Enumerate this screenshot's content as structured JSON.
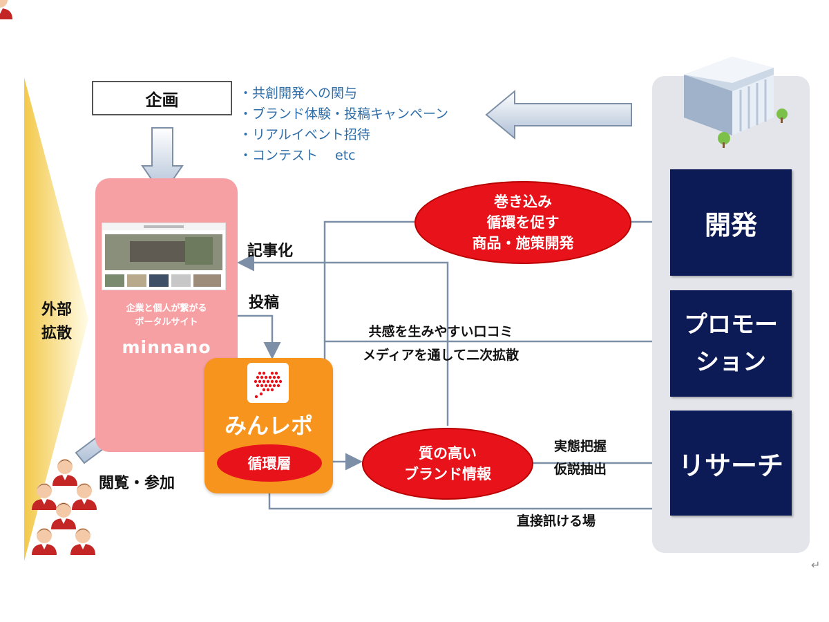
{
  "planning": {
    "title": "企画",
    "items": [
      "・共創開発への関与",
      "・ブランド体験・投稿キャンペーン",
      "・リアルイベント招待",
      "・コンテスト　 etc"
    ]
  },
  "external_diffusion": {
    "line1": "外部",
    "line2": "拡散"
  },
  "portal": {
    "subtitle_line1": "企業と個人が繋がる",
    "subtitle_line2": "ポータルサイト",
    "name": "minnano"
  },
  "minrepo": {
    "name": "みんレポ",
    "circulation_layer": "循環層"
  },
  "ellipses": {
    "top": [
      "巻き込み",
      "循環を促す",
      "商品・施策開発"
    ],
    "bottom": [
      "質の高い",
      "ブランド情報"
    ]
  },
  "edge_labels": {
    "article": "記事化",
    "post": "投稿",
    "browse": "閲覧・参加",
    "secondary_line1": "共感を生みやすい口コミ",
    "secondary_line2": "メディアを通して二次拡散",
    "grasp_line1": "実態把握",
    "grasp_line2": "仮説抽出",
    "direct": "直接訊ける場"
  },
  "company": {
    "development": "開発",
    "promotion_line1": "プロモー",
    "promotion_line2": "ション",
    "research": "リサーチ"
  },
  "return_mark": "↵",
  "colors": {
    "portal_pink": "#f7a0a3",
    "minrepo_orange": "#f7941d",
    "ellipse_red": "#e8121b",
    "navy": "#0c1b55",
    "list_blue": "#2f6ea8",
    "diffusion_yellow": "#f5d76e"
  }
}
